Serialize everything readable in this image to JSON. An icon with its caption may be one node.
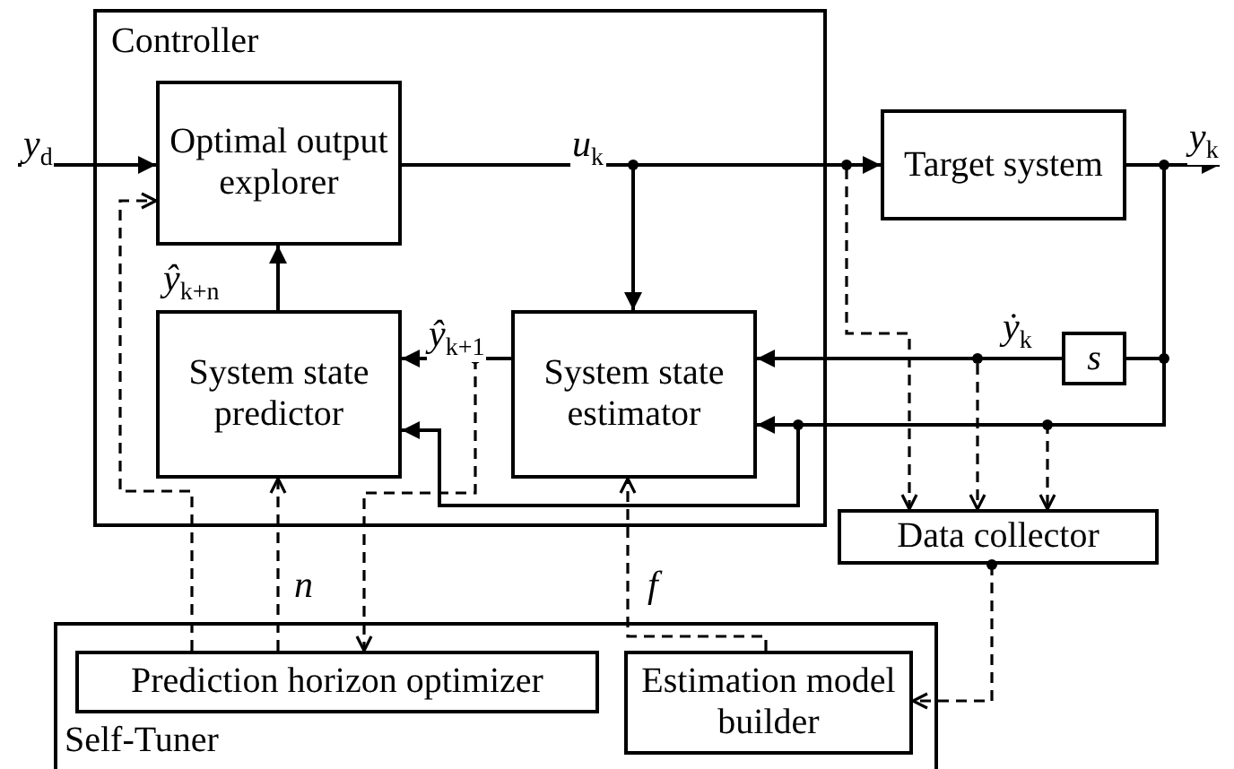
{
  "diagram": {
    "nodes": [
      {
        "text": [
          "Controller"
        ]
      },
      {
        "text": [
          "Optimal output explorer"
        ],
        "in": 0
      },
      {
        "text": [
          "System state predictor"
        ],
        "in": 0
      },
      {
        "text": [
          "System state estimator"
        ],
        "in": 0
      },
      {
        "text": [
          "Target system"
        ]
      },
      {
        "text": [
          "*s*"
        ]
      },
      {
        "text": [
          "Data collector"
        ]
      },
      {
        "text": [
          "Self-Tuner"
        ]
      },
      {
        "text": [
          "Prediction horizon optimizer"
        ],
        "in": 7
      },
      {
        "text": [
          "Estimation model builder"
        ],
        "in": 7
      }
    ],
    "edges": [
      {
        "from": null,
        "to": 1,
        "arrow": "to",
        "label": "*y*$_{d}$"
      },
      {
        "from": 1,
        "to": 4,
        "arrow": "to",
        "label": "*u*$_{k}$"
      },
      {
        "from": 1,
        "to": 3,
        "arrow": "to"
      },
      {
        "from": 2,
        "to": 1,
        "arrow": "to",
        "label": "ŷ$_{k+n}$"
      },
      {
        "from": 3,
        "to": 2,
        "arrow": "to",
        "label": "ŷ$_{k+1}$"
      },
      {
        "from": 4,
        "to": null,
        "arrow": "to",
        "label": "*y*$_{k}$"
      },
      {
        "from": 4,
        "to": 5,
        "arrow": "none"
      },
      {
        "from": 5,
        "to": 3,
        "arrow": "to",
        "label": "ẏ$_{k}$"
      },
      {
        "from": 4,
        "to": 3,
        "arrow": "to"
      },
      {
        "from": 4,
        "to": 2,
        "arrow": "to"
      },
      {
        "from": 1,
        "to": 6,
        "arrow": "to",
        "style": "dashed"
      },
      {
        "from": 5,
        "to": 6,
        "arrow": "to",
        "style": "dashed"
      },
      {
        "from": 4,
        "to": 6,
        "arrow": "to",
        "style": "dashed"
      },
      {
        "from": 6,
        "to": 9,
        "arrow": "to",
        "style": "dashed"
      },
      {
        "from": 9,
        "to": 3,
        "arrow": "to",
        "style": "dashed",
        "label": "*f*"
      },
      {
        "from": 8,
        "to": 2,
        "arrow": "to",
        "style": "dashed",
        "label": "*n*"
      },
      {
        "from": 8,
        "to": 1,
        "arrow": "to",
        "style": "dashed"
      },
      {
        "from": 3,
        "to": 8,
        "arrow": "to",
        "style": "dashed"
      }
    ]
  }
}
